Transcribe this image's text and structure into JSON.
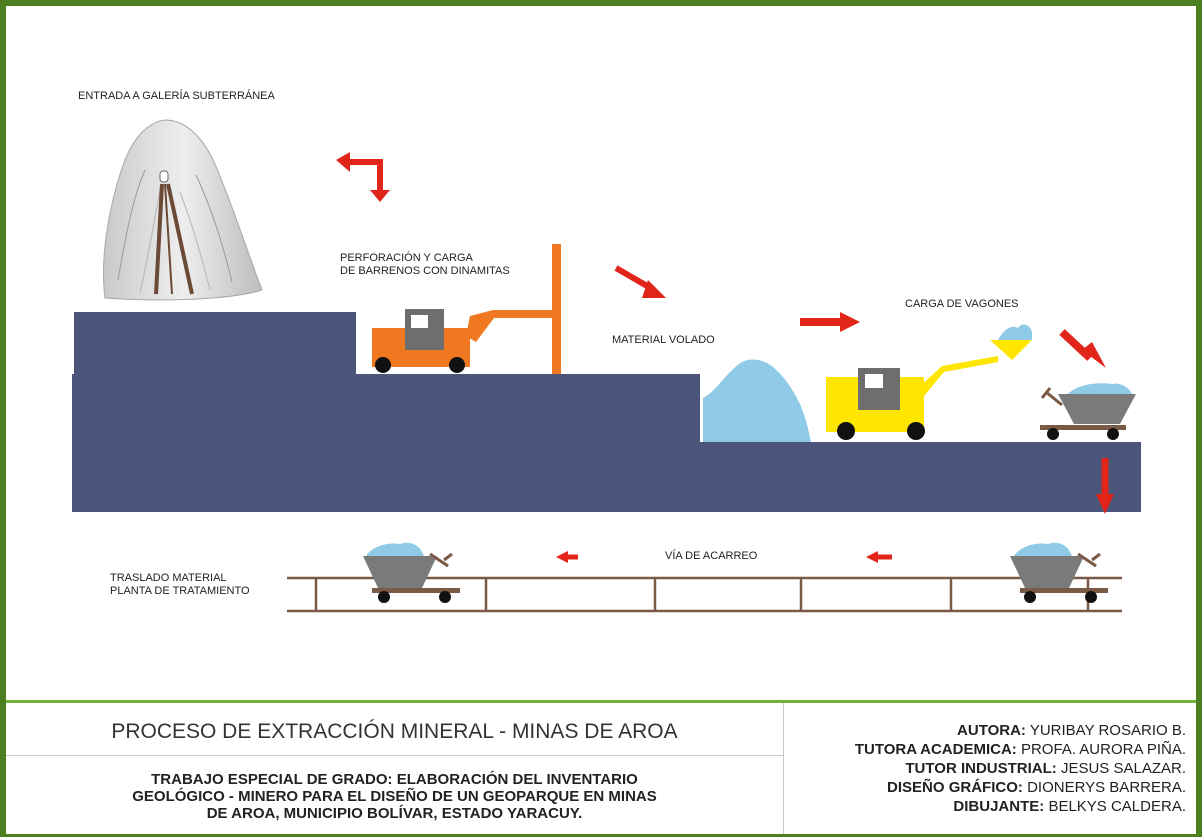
{
  "diagram": {
    "labels": {
      "gallery_entrance": "ENTRADA A GALERÍA SUBTERRÁNEA",
      "drilling_line1": "PERFORACIÓN Y CARGA",
      "drilling_line2": "DE BARRENOS CON DINAMITAS",
      "blasted_material": "MATERIAL VOLADO",
      "wagon_loading": "CARGA DE VAGONES",
      "haul_route": "VÍA DE ACARREO",
      "transfer_line1": "TRASLADO MATERIAL",
      "transfer_line2": "PLANTA DE TRATAMIENTO"
    },
    "colors": {
      "ground": "#4a5579",
      "arrow": "#e1251b",
      "ore": "#8fcbe7",
      "drill_machine": "#f07820",
      "loader_machine": "#ffe600",
      "cart": "#7a7a7a",
      "rail": "#7a5a44",
      "frame_border": "#4e7f1e",
      "title_rule": "#6fb33a"
    }
  },
  "title_block": {
    "title": "PROCESO DE EXTRACCIÓN MINERAL - MINAS DE AROA",
    "subtitle_lines": [
      "TRABAJO ESPECIAL DE GRADO: ELABORACIÓN DEL INVENTARIO",
      "GEOLÓGICO - MINERO PARA EL DISEÑO DE UN GEOPARQUE EN MINAS",
      "DE AROA, MUNICIPIO BOLÍVAR, ESTADO YARACUY."
    ],
    "credits": [
      {
        "role": "AUTORA:",
        "name": "YURIBAY ROSARIO B."
      },
      {
        "role": "TUTORA ACADEMICA:",
        "name": "PROFA. AURORA PIÑA."
      },
      {
        "role": "TUTOR INDUSTRIAL:",
        "name": "JESUS SALAZAR."
      },
      {
        "role": "DISEÑO GRÁFICO:",
        "name": "DIONERYS BARRERA."
      },
      {
        "role": "DIBUJANTE:",
        "name": "BELKYS CALDERA."
      }
    ]
  }
}
